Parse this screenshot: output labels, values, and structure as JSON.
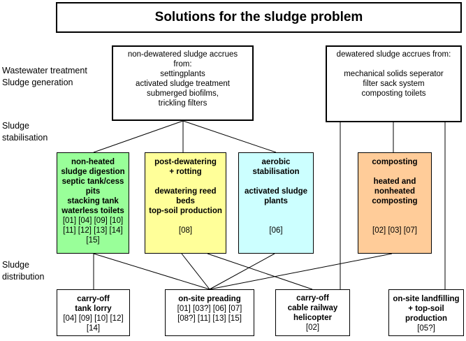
{
  "title": "Solutions for the sludge problem",
  "side_labels": [
    [
      "Wastewater treatment",
      "Sludge generation"
    ],
    [
      "Sludge",
      "stabilisation"
    ],
    [
      "Sludge",
      "distribution"
    ]
  ],
  "sources": {
    "non_dewatered": [
      "non-dewatered sludge accrues",
      "from:",
      "settingplants",
      "activated sludge treatment",
      "submerged biofilms,",
      "trickling filters"
    ],
    "dewatered": [
      "dewatered sludge accrues from:",
      "",
      "mechanical solids seperator",
      "filter sack system",
      "composting toilets"
    ]
  },
  "stabilisation": [
    {
      "color": "#99ff99",
      "title": [
        "non-heated",
        "sludge digestion",
        "septic tank/cess",
        "pits",
        "stacking tank",
        "waterless toilets"
      ],
      "refs": [
        "[01] [04] [09] [10]",
        "[11] [12] [13] [14]",
        "[15]"
      ]
    },
    {
      "color": "#ffff99",
      "title": [
        "post-dewatering",
        "+ rotting",
        "",
        "dewatering reed",
        "beds",
        "top-soil production"
      ],
      "refs": [
        "[08]"
      ]
    },
    {
      "color": "#ccffff",
      "title": [
        "aerobic",
        "stabilisation",
        "",
        "activated sludge",
        "plants"
      ],
      "refs": [
        "[06]"
      ]
    },
    {
      "color": "#ffcc99",
      "title": [
        "composting",
        "",
        "heated and",
        "nonheated",
        "composting"
      ],
      "refs": [
        "[02] [03] [07]"
      ]
    }
  ],
  "distribution": [
    {
      "title": [
        "carry-off",
        "tank lorry"
      ],
      "refs": [
        "[04] [09] [10] [12]",
        "[14]"
      ]
    },
    {
      "title": [
        "on-site preading"
      ],
      "refs": [
        "[01] [03?] [06] [07]",
        "[08?] [11] [13] [15]"
      ]
    },
    {
      "title": [
        "carry-off",
        "cable railway",
        "helicopter"
      ],
      "refs": [
        "[02]"
      ]
    },
    {
      "title": [
        "on-site landfilling",
        "+ top-soil",
        "production"
      ],
      "refs": [
        "[05?]"
      ]
    }
  ]
}
